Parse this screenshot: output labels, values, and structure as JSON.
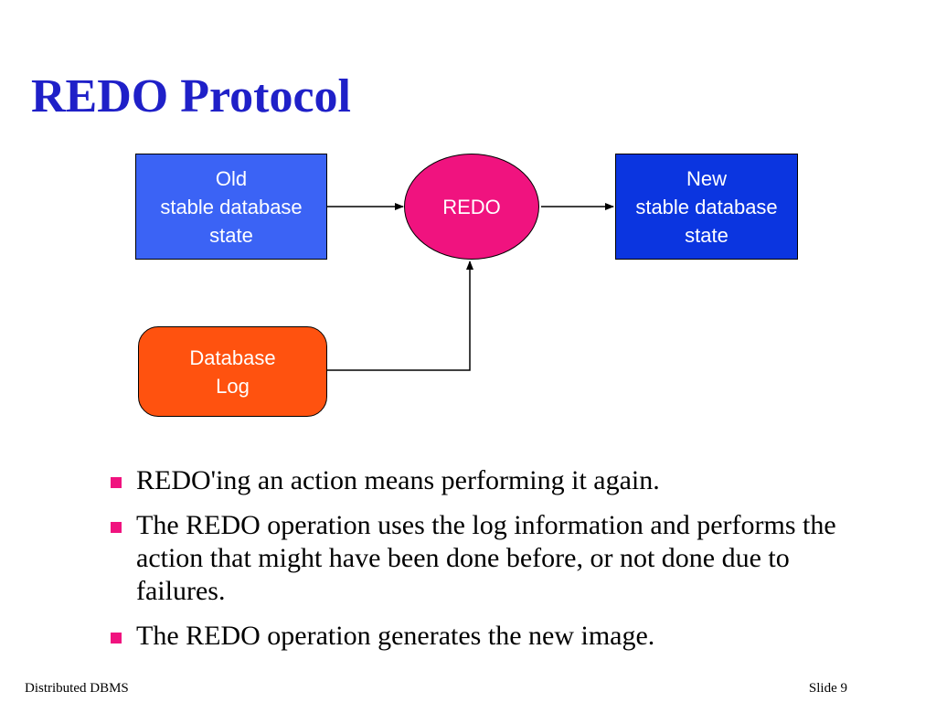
{
  "title": "REDO Protocol",
  "colors": {
    "title": "#1f20c8",
    "old_box": "#3b63f5",
    "new_box": "#0b35e0",
    "redo": "#f0137f",
    "log": "#ff520f",
    "bullet": "#f0137f"
  },
  "diagram": {
    "old_state": "Old\nstable database\nstate",
    "redo": "REDO",
    "new_state": "New\nstable database\nstate",
    "log": "Database\nLog"
  },
  "bullets": [
    "REDO'ing an action means performing it again.",
    "The REDO operation uses the log information and performs the action that might have been done before, or not done due to failures.",
    "The REDO operation generates the new image."
  ],
  "footer": {
    "left": "Distributed DBMS",
    "right": "Slide 9"
  }
}
